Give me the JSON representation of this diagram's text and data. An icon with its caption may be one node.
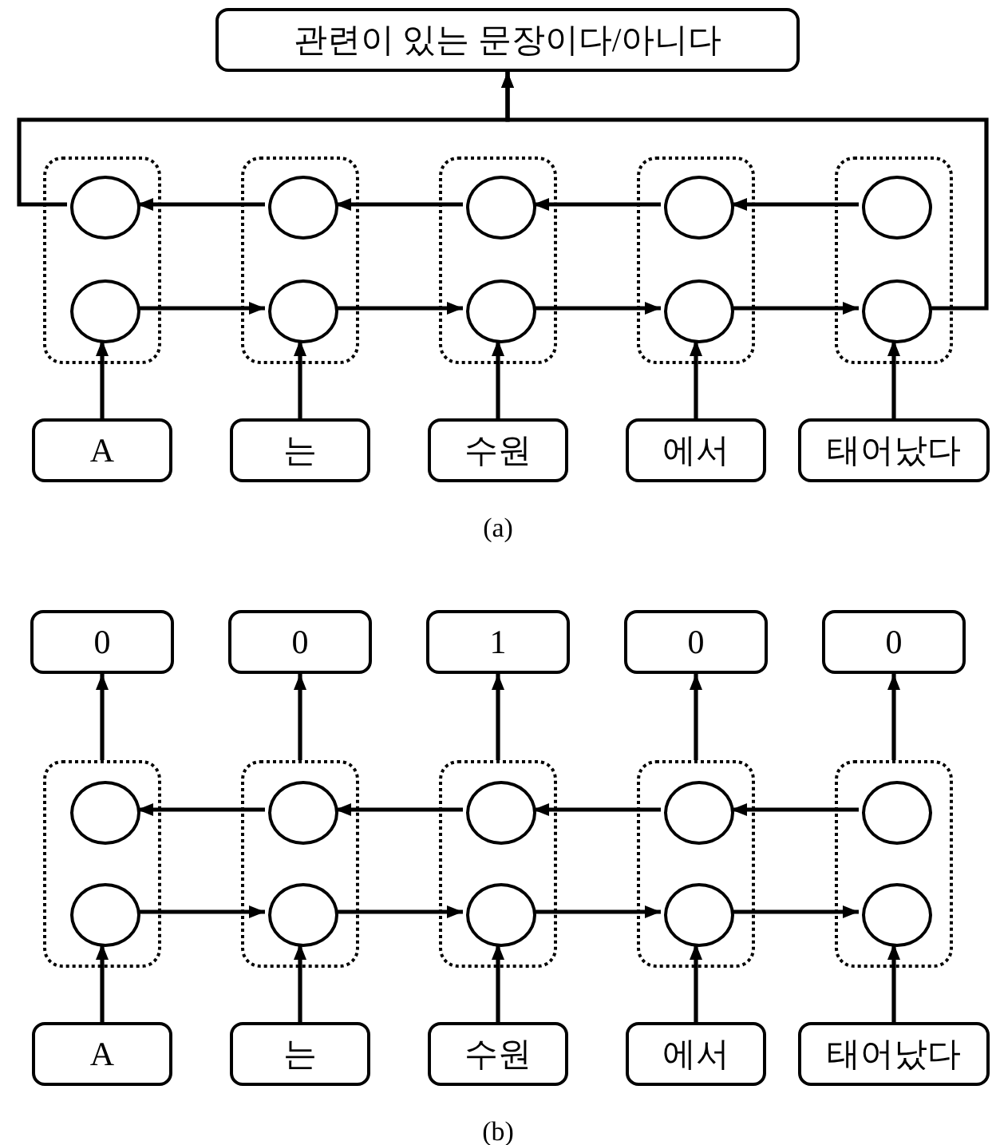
{
  "diagram": {
    "nodes": [
      {
        "text": [
          "관련이 있는 문장이다/아니다"
        ]
      },
      {
        "text": [],
        "shape": "box"
      },
      {
        "text": [],
        "shape": "circle",
        "in": 1
      },
      {
        "text": [],
        "shape": "circle",
        "in": 1
      },
      {
        "text": [],
        "shape": "box"
      },
      {
        "text": [],
        "shape": "circle",
        "in": 4
      },
      {
        "text": [],
        "shape": "circle",
        "in": 4
      },
      {
        "text": [],
        "shape": "box"
      },
      {
        "text": [],
        "shape": "circle",
        "in": 7
      },
      {
        "text": [],
        "shape": "circle",
        "in": 7
      },
      {
        "text": [],
        "shape": "box"
      },
      {
        "text": [],
        "shape": "circle",
        "in": 10
      },
      {
        "text": [],
        "shape": "circle",
        "in": 10
      },
      {
        "text": [],
        "shape": "box"
      },
      {
        "text": [],
        "shape": "circle",
        "in": 13
      },
      {
        "text": [],
        "shape": "circle",
        "in": 13
      },
      {
        "text": [
          "A"
        ]
      },
      {
        "text": [
          "는"
        ]
      },
      {
        "text": [
          "수원"
        ]
      },
      {
        "text": [
          "에서"
        ]
      },
      {
        "text": [
          "태어났다"
        ]
      },
      {
        "text": [
          "0"
        ]
      },
      {
        "text": [
          "0"
        ]
      },
      {
        "text": [
          "1"
        ]
      },
      {
        "text": [
          "0"
        ]
      },
      {
        "text": [
          "0"
        ]
      },
      {
        "text": [],
        "shape": "box"
      },
      {
        "text": [],
        "shape": "circle",
        "in": 26
      },
      {
        "text": [],
        "shape": "circle",
        "in": 26
      },
      {
        "text": [],
        "shape": "box"
      },
      {
        "text": [],
        "shape": "circle",
        "in": 29
      },
      {
        "text": [],
        "shape": "circle",
        "in": 29
      },
      {
        "text": [],
        "shape": "box"
      },
      {
        "text": [],
        "shape": "circle",
        "in": 32
      },
      {
        "text": [],
        "shape": "circle",
        "in": 32
      },
      {
        "text": [],
        "shape": "box"
      },
      {
        "text": [],
        "shape": "circle",
        "in": 35
      },
      {
        "text": [],
        "shape": "circle",
        "in": 35
      },
      {
        "text": [],
        "shape": "box"
      },
      {
        "text": [],
        "shape": "circle",
        "in": 38
      },
      {
        "text": [],
        "shape": "circle",
        "in": 38
      },
      {
        "text": [
          "A"
        ]
      },
      {
        "text": [
          "는"
        ]
      },
      {
        "text": [
          "수원"
        ]
      },
      {
        "text": [
          "에서"
        ]
      },
      {
        "text": [
          "태어났다"
        ]
      }
    ],
    "edges": [
      {
        "from": 16,
        "to": 3,
        "arrow": "to"
      },
      {
        "from": 17,
        "to": 6,
        "arrow": "to"
      },
      {
        "from": 18,
        "to": 9,
        "arrow": "to"
      },
      {
        "from": 19,
        "to": 12,
        "arrow": "to"
      },
      {
        "from": 20,
        "to": 15,
        "arrow": "to"
      },
      {
        "from": 3,
        "to": 6,
        "arrow": "to"
      },
      {
        "from": 6,
        "to": 9,
        "arrow": "to"
      },
      {
        "from": 9,
        "to": 12,
        "arrow": "to"
      },
      {
        "from": 12,
        "to": 15,
        "arrow": "to"
      },
      {
        "from": 14,
        "to": 11,
        "arrow": "to"
      },
      {
        "from": 11,
        "to": 8,
        "arrow": "to"
      },
      {
        "from": 8,
        "to": 5,
        "arrow": "to"
      },
      {
        "from": 5,
        "to": 2,
        "arrow": "to"
      },
      {
        "from": 2,
        "to": 0,
        "arrow": "to"
      },
      {
        "from": 15,
        "to": 0,
        "arrow": "to"
      },
      {
        "from": 41,
        "to": 28,
        "arrow": "to"
      },
      {
        "from": 42,
        "to": 31,
        "arrow": "to"
      },
      {
        "from": 43,
        "to": 34,
        "arrow": "to"
      },
      {
        "from": 44,
        "to": 37,
        "arrow": "to"
      },
      {
        "from": 45,
        "to": 40,
        "arrow": "to"
      },
      {
        "from": 28,
        "to": 31,
        "arrow": "to"
      },
      {
        "from": 31,
        "to": 34,
        "arrow": "to"
      },
      {
        "from": 34,
        "to": 37,
        "arrow": "to"
      },
      {
        "from": 37,
        "to": 40,
        "arrow": "to"
      },
      {
        "from": 39,
        "to": 36,
        "arrow": "to"
      },
      {
        "from": 36,
        "to": 33,
        "arrow": "to"
      },
      {
        "from": 33,
        "to": 30,
        "arrow": "to"
      },
      {
        "from": 30,
        "to": 27,
        "arrow": "to"
      },
      {
        "from": 26,
        "to": 21,
        "arrow": "to"
      },
      {
        "from": 29,
        "to": 22,
        "arrow": "to"
      },
      {
        "from": 32,
        "to": 23,
        "arrow": "to"
      },
      {
        "from": 35,
        "to": 24,
        "arrow": "to"
      },
      {
        "from": 38,
        "to": 25,
        "arrow": "to"
      }
    ],
    "labels": [
      "(a)",
      "(b)"
    ]
  }
}
